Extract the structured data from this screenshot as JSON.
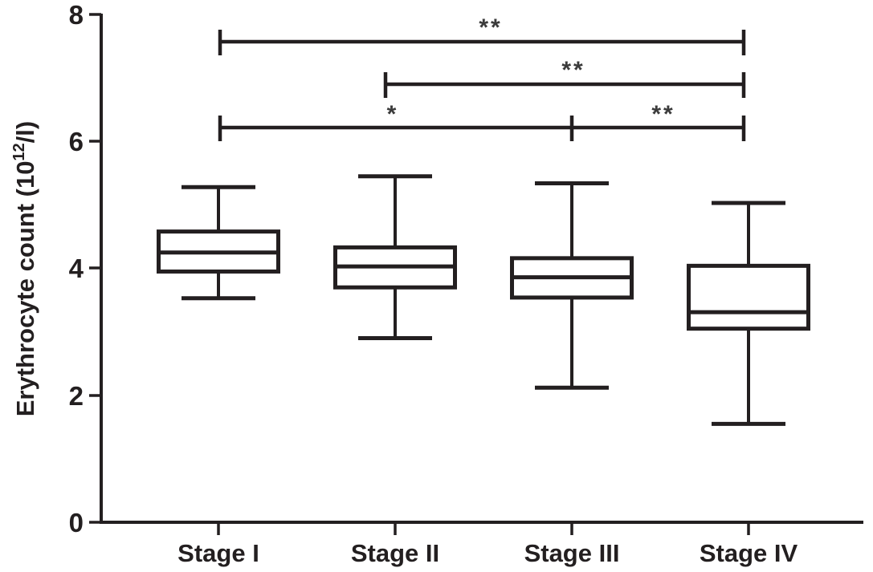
{
  "chart_data": {
    "type": "box",
    "title": "",
    "xlabel": "",
    "ylabel": "Erythrocyte count (10^12/l)",
    "ylabel_base": "Erythrocyte count (10",
    "ylabel_sup": "12",
    "ylabel_tail": "/l)",
    "categories": [
      "Stage I",
      "Stage II",
      "Stage III",
      "Stage IV"
    ],
    "ylim": [
      0,
      8
    ],
    "yticks": [
      0,
      2,
      4,
      6,
      8
    ],
    "ytick_labels": [
      "0",
      "2",
      "4",
      "6",
      "8"
    ],
    "grid": false,
    "legend": "none",
    "boxes": [
      {
        "category": "Stage I",
        "whisker_low": 3.53,
        "q1": 3.95,
        "median": 4.25,
        "q3": 4.58,
        "whisker_high": 5.28
      },
      {
        "category": "Stage II",
        "whisker_low": 2.9,
        "q1": 3.7,
        "median": 4.03,
        "q3": 4.33,
        "whisker_high": 5.45
      },
      {
        "category": "Stage III",
        "whisker_low": 2.12,
        "q1": 3.54,
        "median": 3.86,
        "q3": 4.16,
        "whisker_high": 5.34
      },
      {
        "category": "Stage IV",
        "whisker_low": 1.55,
        "q1": 3.05,
        "median": 3.31,
        "q3": 4.04,
        "whisker_high": 5.03
      }
    ],
    "significance": [
      {
        "from": "Stage I",
        "to": "Stage IV",
        "label": "**",
        "level": 7.57
      },
      {
        "from": "Stage II",
        "to": "Stage IV",
        "label": "**",
        "level": 6.89
      },
      {
        "from": "Stage I",
        "to": "Stage IV",
        "label": "*",
        "level": 6.21,
        "mid_tick": "Stage III",
        "label2": "**"
      }
    ]
  },
  "axis_colors": {
    "line": "#231f20",
    "box_fill": "#ffffff",
    "star": "#3b3b3b"
  }
}
